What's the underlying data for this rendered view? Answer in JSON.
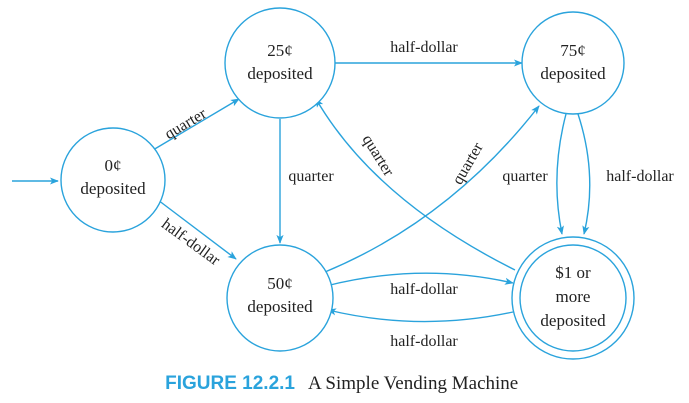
{
  "states": {
    "s0": {
      "line1": "0¢",
      "line2": "deposited"
    },
    "s25": {
      "line1": "25¢",
      "line2": "deposited"
    },
    "s50": {
      "line1": "50¢",
      "line2": "deposited"
    },
    "s75": {
      "line1": "75¢",
      "line2": "deposited"
    },
    "s100": {
      "line1": "$1 or",
      "line2": "more",
      "line3": "deposited"
    }
  },
  "edges": {
    "s0_s25": "quarter",
    "s0_s50": "half-dollar",
    "s25_s75": "half-dollar",
    "s25_s50": "quarter",
    "s50_s75": "quarter",
    "s100_s25": "quarter",
    "s75_s100_quarter": "quarter",
    "s75_s100_half": "half-dollar",
    "s50_s100": "half-dollar",
    "s100_s50": "half-dollar"
  },
  "caption": {
    "label": "FIGURE 12.2.1",
    "title": "A Simple Vending Machine"
  },
  "colors": {
    "accent": "#2aa3dc",
    "text": "#222222"
  }
}
